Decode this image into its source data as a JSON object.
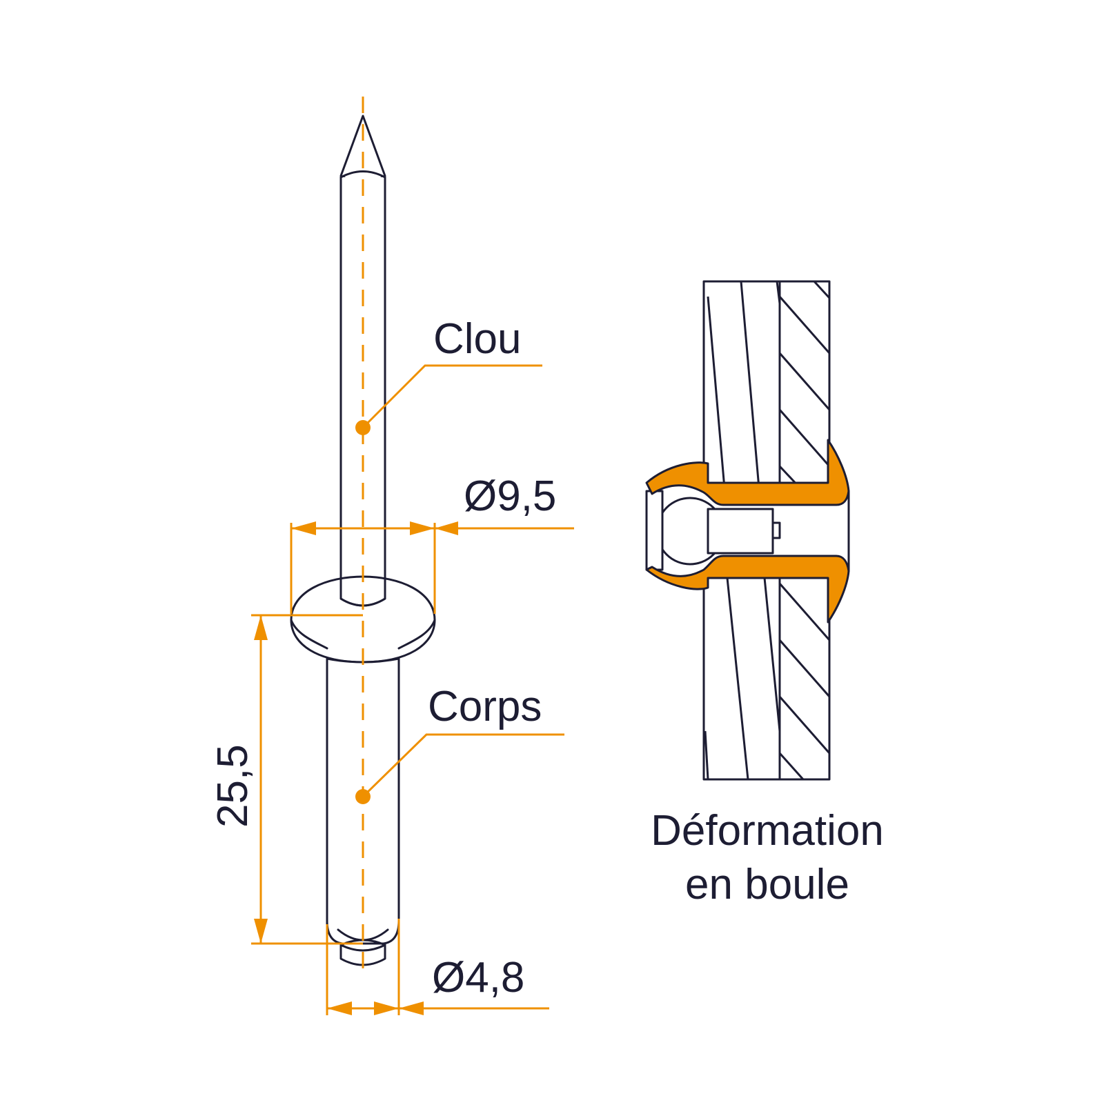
{
  "colors": {
    "outline": "#1d1d33",
    "accent": "#ef9000",
    "background": "#ffffff"
  },
  "labels": {
    "clou": "Clou",
    "corps": "Corps",
    "caption_line1": "Déformation",
    "caption_line2": "en boule"
  },
  "dimensions": {
    "head_diameter": "Ø9,5",
    "body_length": "25,5",
    "body_diameter": "Ø4,8"
  }
}
